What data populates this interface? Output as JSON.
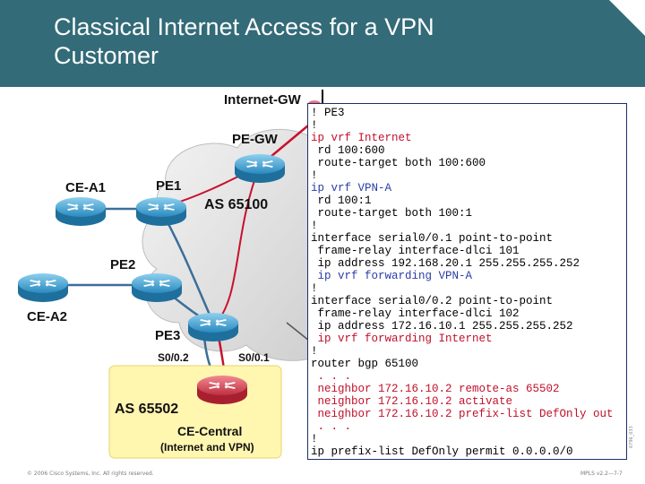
{
  "slide": {
    "title_line1": "Classical Internet Access for a VPN",
    "title_line2": "Customer"
  },
  "diagram": {
    "labels": {
      "internet_gw": "Internet-GW",
      "pe_gw": "PE-GW",
      "pe1": "PE1",
      "pe2": "PE2",
      "pe3": "PE3",
      "ce_a1": "CE-A1",
      "ce_a2": "CE-A2",
      "as_provider": "AS 65100",
      "as_customer": "AS 65502",
      "s0_02": "S0/0.2",
      "s0_01": "S0/0.1",
      "ce_central": "CE-Central",
      "ce_central_sub": "(Internet and VPN)"
    }
  },
  "config": {
    "lines": [
      {
        "text": "! PE3",
        "color": "#000000"
      },
      {
        "text": "!",
        "color": "#000000"
      },
      {
        "text": "ip vrf Internet",
        "color": "#c0102a"
      },
      {
        "text": " rd 100:600",
        "color": "#000000"
      },
      {
        "text": " route-target both 100:600",
        "color": "#000000"
      },
      {
        "text": "!",
        "color": "#000000"
      },
      {
        "text": "ip vrf VPN-A",
        "color": "#2a3da8"
      },
      {
        "text": " rd 100:1",
        "color": "#000000"
      },
      {
        "text": " route-target both 100:1",
        "color": "#000000"
      },
      {
        "text": "!",
        "color": "#000000"
      },
      {
        "text": "interface serial0/0.1 point-to-point",
        "color": "#000000"
      },
      {
        "text": " frame-relay interface-dlci 101",
        "color": "#000000"
      },
      {
        "text": " ip address 192.168.20.1 255.255.255.252",
        "color": "#000000"
      },
      {
        "text": " ip vrf forwarding VPN-A",
        "color": "#2a3da8"
      },
      {
        "text": "!",
        "color": "#000000"
      },
      {
        "text": "interface serial0/0.2 point-to-point",
        "color": "#000000"
      },
      {
        "text": " frame-relay interface-dlci 102",
        "color": "#000000"
      },
      {
        "text": " ip address 172.16.10.1 255.255.255.252",
        "color": "#000000"
      },
      {
        "text": " ip vrf forwarding Internet",
        "color": "#c0102a"
      },
      {
        "text": "!",
        "color": "#000000"
      },
      {
        "text": "router bgp 65100",
        "color": "#000000"
      },
      {
        "text": " . . .",
        "color": "#c0102a"
      },
      {
        "text": " neighbor 172.16.10.2 remote-as 65502",
        "color": "#c0102a"
      },
      {
        "text": " neighbor 172.16.10.2 activate",
        "color": "#c0102a"
      },
      {
        "text": " neighbor 172.16.10.2 prefix-list DefOnly out",
        "color": "#c0102a"
      },
      {
        "text": " . . .",
        "color": "#c0102a"
      },
      {
        "text": "!",
        "color": "#000000"
      },
      {
        "text": "ip prefix-list DefOnly permit 0.0.0.0/0",
        "color": "#000000"
      }
    ]
  },
  "footer": {
    "copyright": "© 2006 Cisco Systems, Inc. All rights reserved.",
    "page": "MPLS v2.2—7-7",
    "side_code": "6796_033"
  },
  "colors": {
    "title_bg": "#336b78",
    "router_blue": "#1f7fb0",
    "router_red": "#c73040",
    "link_red": "#c8102e",
    "link_blue": "#3b6e9a",
    "as_box": "#fff6b0"
  }
}
